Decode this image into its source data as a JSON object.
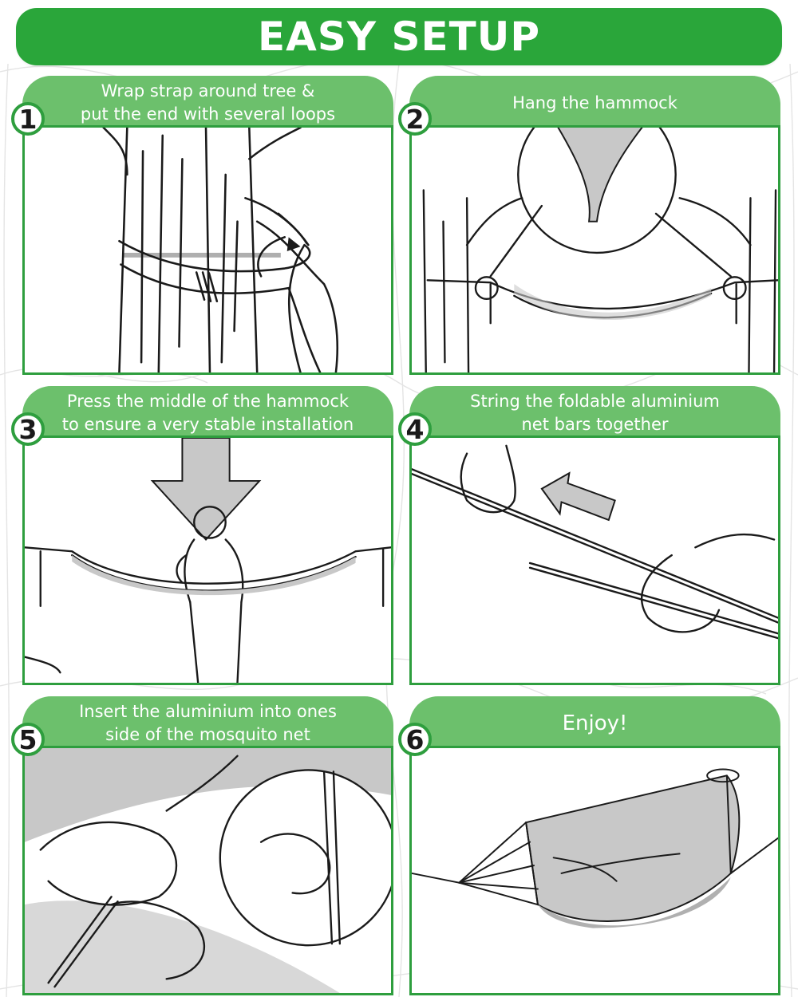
{
  "colors": {
    "brand_green": "#2aa63a",
    "tab_green": "#6cc06c",
    "frame_green": "#2e9e3e",
    "illustration_fill": "#c8c8c8",
    "line_art": "#1a1a1a"
  },
  "header": {
    "title": "EASY SETUP"
  },
  "steps": [
    {
      "number": "1",
      "line1": "Wrap strap around tree &",
      "line2": "put the end with  several loops",
      "icon": "tree-strap-illustration"
    },
    {
      "number": "2",
      "line1": "Hang the hammock",
      "line2": "",
      "icon": "hanging-hammock-illustration"
    },
    {
      "number": "3",
      "line1": "Press the middle of the hammock",
      "line2": "to ensure a very stable installation",
      "icon": "press-hammock-illustration"
    },
    {
      "number": "4",
      "line1": "String the foldable aluminium",
      "line2": "net bars together",
      "icon": "connect-poles-illustration"
    },
    {
      "number": "5",
      "line1": "Insert the aluminium into ones",
      "line2": "side of the mosquito net",
      "icon": "insert-pole-illustration"
    },
    {
      "number": "6",
      "line1": "Enjoy!",
      "line2": "",
      "icon": "hammock-with-net-illustration"
    }
  ]
}
